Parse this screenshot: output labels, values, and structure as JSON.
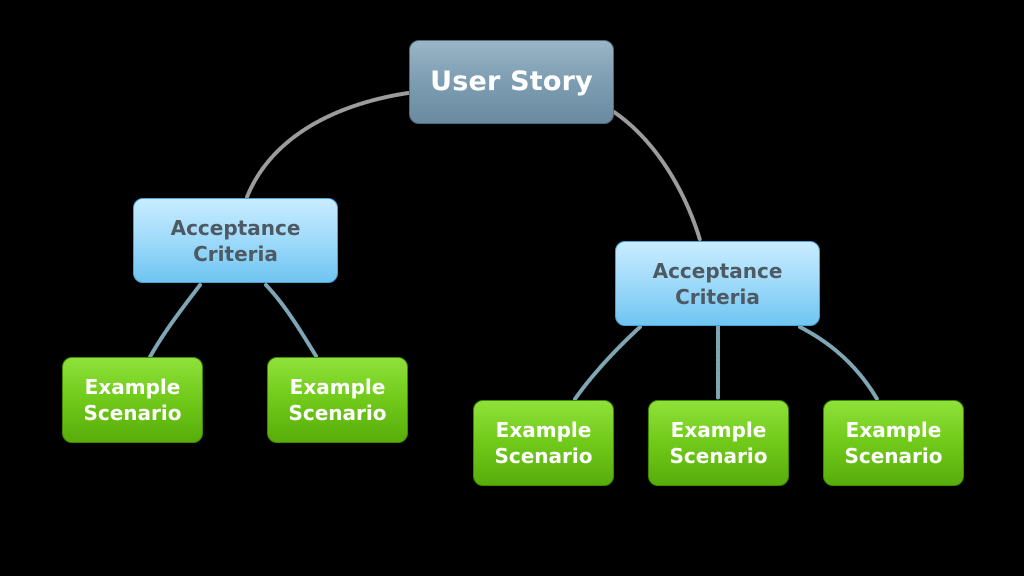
{
  "diagram": {
    "root": {
      "label": "User Story"
    },
    "criteria": [
      {
        "label": "Acceptance\nCriteria"
      },
      {
        "label": "Acceptance\nCriteria"
      }
    ],
    "scenarios": [
      {
        "label": "Example\nScenario"
      },
      {
        "label": "Example\nScenario"
      },
      {
        "label": "Example\nScenario"
      },
      {
        "label": "Example\nScenario"
      },
      {
        "label": "Example\nScenario"
      }
    ],
    "colors": {
      "background": "#000000",
      "root_connector": "#9c9c9c",
      "scenario_connector": "#7fa6b5"
    }
  }
}
